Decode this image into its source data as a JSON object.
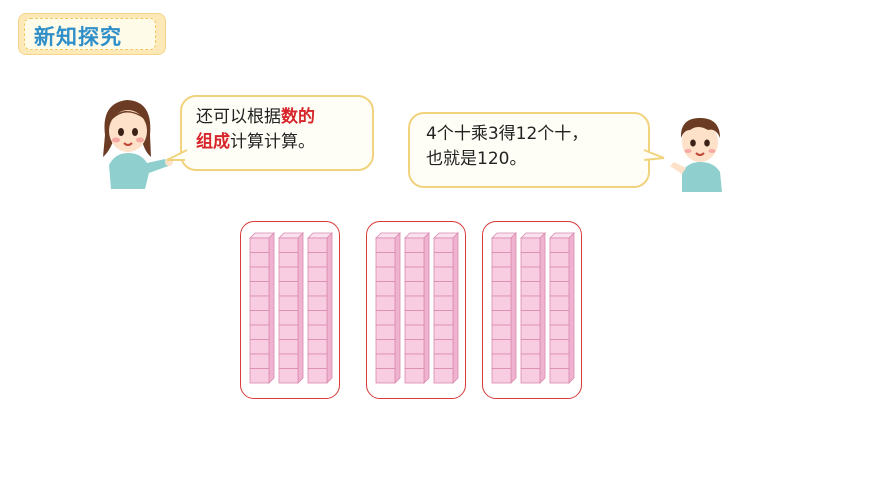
{
  "header": {
    "title": "新知探究"
  },
  "girl_bubble": {
    "line1_a": "还可以根据",
    "line1_b": "数的",
    "line2_a": "组成",
    "line2_b": "计算计算。"
  },
  "boy_bubble": {
    "line1": "4个十乘3得12个十，",
    "line2": "也就是120。"
  },
  "blocks": {
    "groups": 3,
    "rods_per_group": 3,
    "cubes_per_rod": 10,
    "fill_color": "#f8cde1",
    "edge_color": "#d98ab0",
    "frame_color": "#d93a3a"
  },
  "colors": {
    "accent": "#2f8fc8",
    "highlight": "#d7252b",
    "bubble_border": "#f1d37d"
  }
}
